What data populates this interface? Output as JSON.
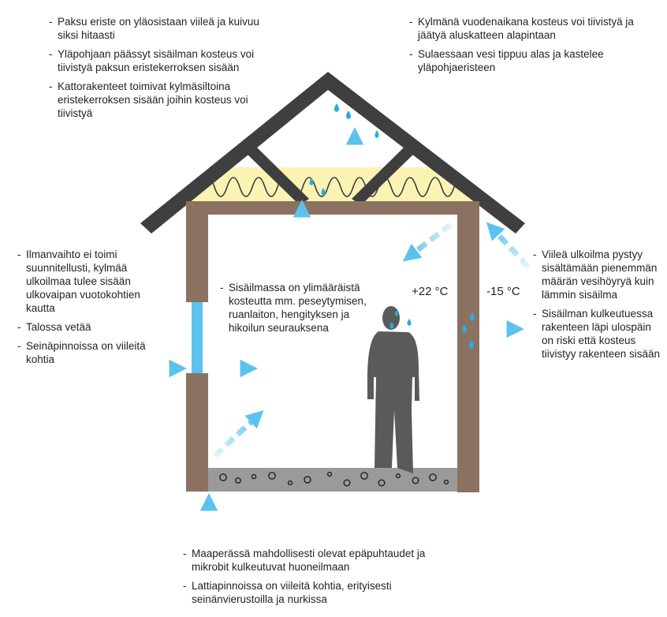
{
  "colors": {
    "roof": "#3f3f3f",
    "wall": "#8b7160",
    "insulation": "#fbf3b4",
    "insulation_coil": "#3a3a3a",
    "floor": "#9a9a9a",
    "person": "#5a5a5a",
    "window": "#5bc2ee",
    "arrow": "#5bc2ee",
    "drop": "#29abe2"
  },
  "notes": {
    "roof_left": [
      "Paksu eriste on yläosistaan viileä ja kuivuu siksi hitaasti",
      "Yläpohjaan päässyt sisäilman kosteus voi tiivistyä paksun eristekerroksen sisään",
      "Kattorakenteet toimivat kylmäsiltoina eristekerroksen sisään joihin kosteus voi tiivistyä"
    ],
    "roof_right": [
      "Kylmänä vuodenaikana kosteus voi tiivistyä ja jäätyä aluskatteen alapintaan",
      "Sulaessaan vesi tippuu alas ja kastelee yläpohjaeristeen"
    ],
    "left": [
      "Ilmanvaihto ei toimi suunnitellusti, kylmää ulkoilmaa tulee sisään ulkovaipan vuotokohtien kautta",
      "Talossa vetää",
      "Seinäpinnoissa on viileitä kohtia"
    ],
    "center": [
      "Sisäilmassa on ylimääräistä kosteutta mm. peseytymisen, ruanlaiton, hengityksen ja hikoilun seurauksena"
    ],
    "right": [
      "Viileä ulkoilma pystyy sisältämään pienemmän määrän vesihöyryä kuin lämmin sisäilma",
      "Sisäilman kulkeutuessa rakenteen läpi ulospäin on riski että kosteus tiivistyy rakenteen sisään"
    ],
    "bottom": [
      "Maaperässä mahdollisesti olevat epäpuhtaudet ja mikrobit kulkeutuvat huoneilmaan",
      "Lattiapinnoissa on viileitä kohtia, erityisesti seinänvierustoilla ja nurkissa"
    ]
  },
  "temps": {
    "inside": "+22 °C",
    "outside": "-15 °C"
  }
}
